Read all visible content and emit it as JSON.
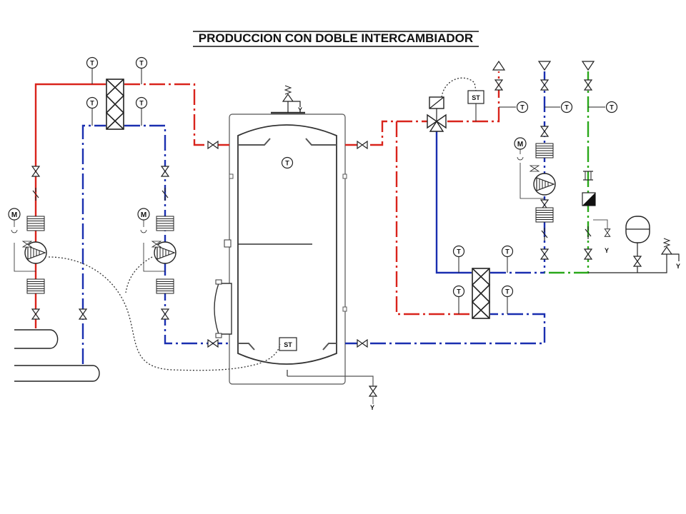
{
  "title": "PRODUCCION CON DOBLE INTERCAMBIADOR",
  "colors": {
    "hot": "#d9241c",
    "cold": "#1a2fb0",
    "green": "#2aa81a",
    "line": "#222222",
    "tank": "#555555",
    "dotted": "#333333"
  },
  "labels": {
    "temp": "T",
    "motor": "M",
    "sensor": "ST",
    "drain": "Y"
  }
}
